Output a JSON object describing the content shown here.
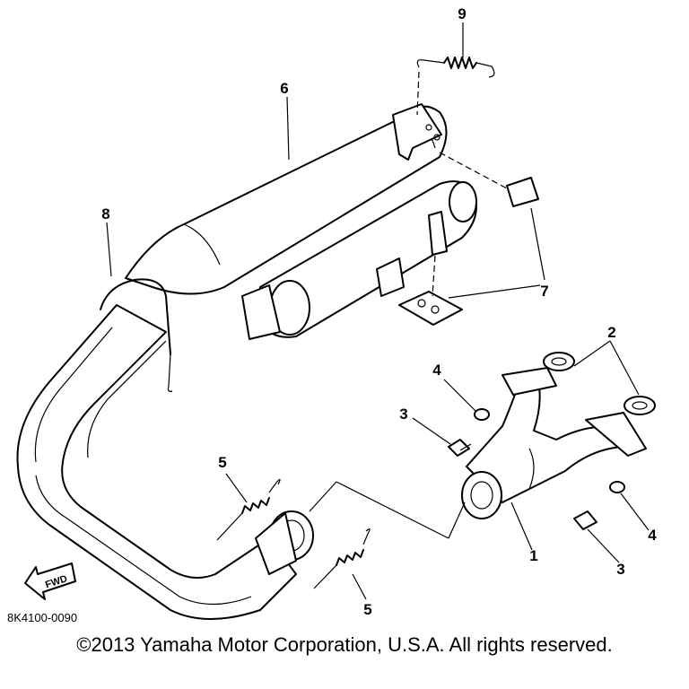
{
  "diagram": {
    "callouts": {
      "c1": "1",
      "c2": "2",
      "c3a": "3",
      "c3b": "3",
      "c4a": "4",
      "c4b": "4",
      "c5a": "5",
      "c5b": "5",
      "c6": "6",
      "c7": "7",
      "c8": "8",
      "c9": "9"
    },
    "drawing_code": "8K4100-0090",
    "fwd_label": "FWD"
  },
  "footer": {
    "copyright": "©2013 Yamaha Motor Corporation, U.S.A. All rights reserved."
  }
}
